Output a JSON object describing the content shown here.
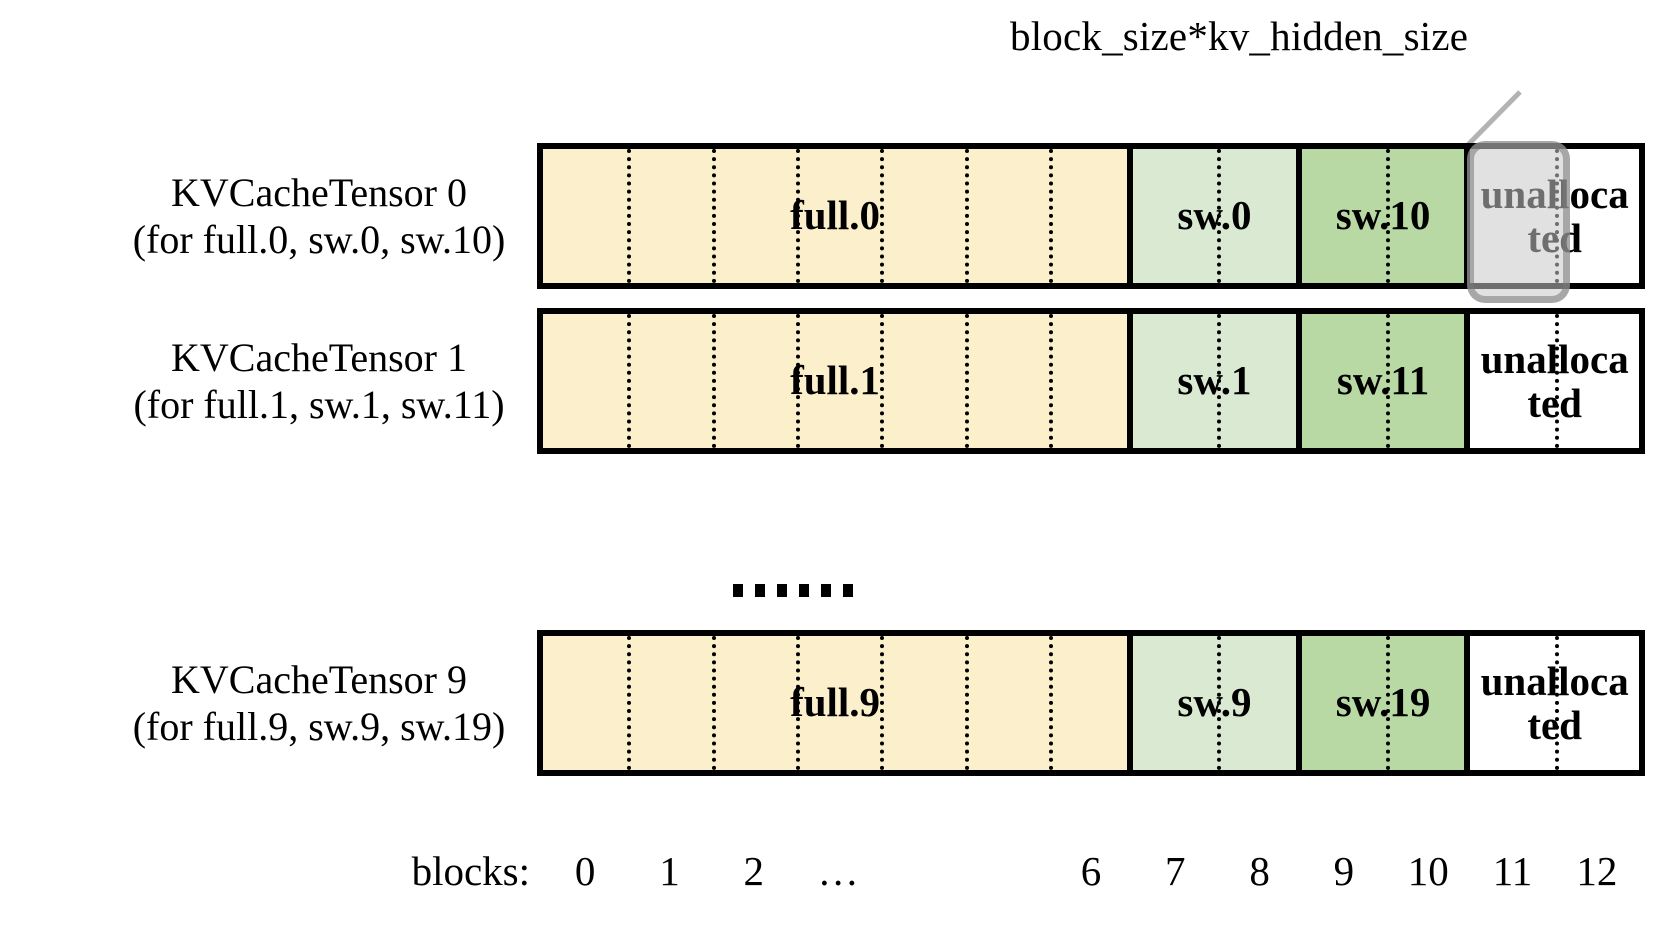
{
  "annotation": {
    "label": "block_size*kv_hidden_size",
    "arrow_icon": "arrow-up-right-icon",
    "points_to_block": 11,
    "points_to_row": 0
  },
  "colors": {
    "full_fill": "#FCEFCB",
    "sw_low_fill": "#D9E9D2",
    "sw_high_fill": "#B8D8A4",
    "unallocated_fill": "#FFFFFF",
    "border": "#000000",
    "highlight_border": "#8C8C8C",
    "highlight_fill": "#C8C8C8"
  },
  "rows": [
    {
      "title": "KVCacheTensor 0",
      "subtitle": "(for full.0, sw.0, sw.10)",
      "highlighted_block": 11,
      "segments": [
        {
          "label": "full.0",
          "kind": "full",
          "blocks": 7,
          "fill": "#FCEFCB"
        },
        {
          "label": "sw.0",
          "kind": "sw-low",
          "blocks": 2,
          "fill": "#D9E9D2"
        },
        {
          "label": "sw.10",
          "kind": "sw-high",
          "blocks": 2,
          "fill": "#B8D8A4"
        },
        {
          "label": "unallocated",
          "kind": "unallocated",
          "blocks": 2,
          "fill": "#FFFFFF"
        }
      ]
    },
    {
      "title": "KVCacheTensor 1",
      "subtitle": "(for full.1, sw.1, sw.11)",
      "highlighted_block": null,
      "segments": [
        {
          "label": "full.1",
          "kind": "full",
          "blocks": 7,
          "fill": "#FCEFCB"
        },
        {
          "label": "sw.1",
          "kind": "sw-low",
          "blocks": 2,
          "fill": "#D9E9D2"
        },
        {
          "label": "sw.11",
          "kind": "sw-high",
          "blocks": 2,
          "fill": "#B8D8A4"
        },
        {
          "label": "unallocated",
          "kind": "unallocated",
          "blocks": 2,
          "fill": "#FFFFFF"
        }
      ]
    },
    {
      "title": "KVCacheTensor 9",
      "subtitle": "(for full.9, sw.9, sw.19)",
      "highlighted_block": null,
      "segments": [
        {
          "label": "full.9",
          "kind": "full",
          "blocks": 7,
          "fill": "#FCEFCB"
        },
        {
          "label": "sw.9",
          "kind": "sw-low",
          "blocks": 2,
          "fill": "#D9E9D2"
        },
        {
          "label": "sw.19",
          "kind": "sw-high",
          "blocks": 2,
          "fill": "#B8D8A4"
        },
        {
          "label": "unallocated",
          "kind": "unallocated",
          "blocks": 2,
          "fill": "#FFFFFF"
        }
      ]
    }
  ],
  "ellipsis": {
    "label": "......",
    "dot_count": 6
  },
  "axis": {
    "title": "blocks:",
    "ticks": [
      "0",
      "1",
      "2",
      "…",
      "6",
      "7",
      "8",
      "9",
      "10",
      "11",
      "12"
    ],
    "tick_block_index": [
      0,
      1,
      2,
      3,
      6,
      7,
      8,
      9,
      10,
      11,
      12
    ]
  }
}
